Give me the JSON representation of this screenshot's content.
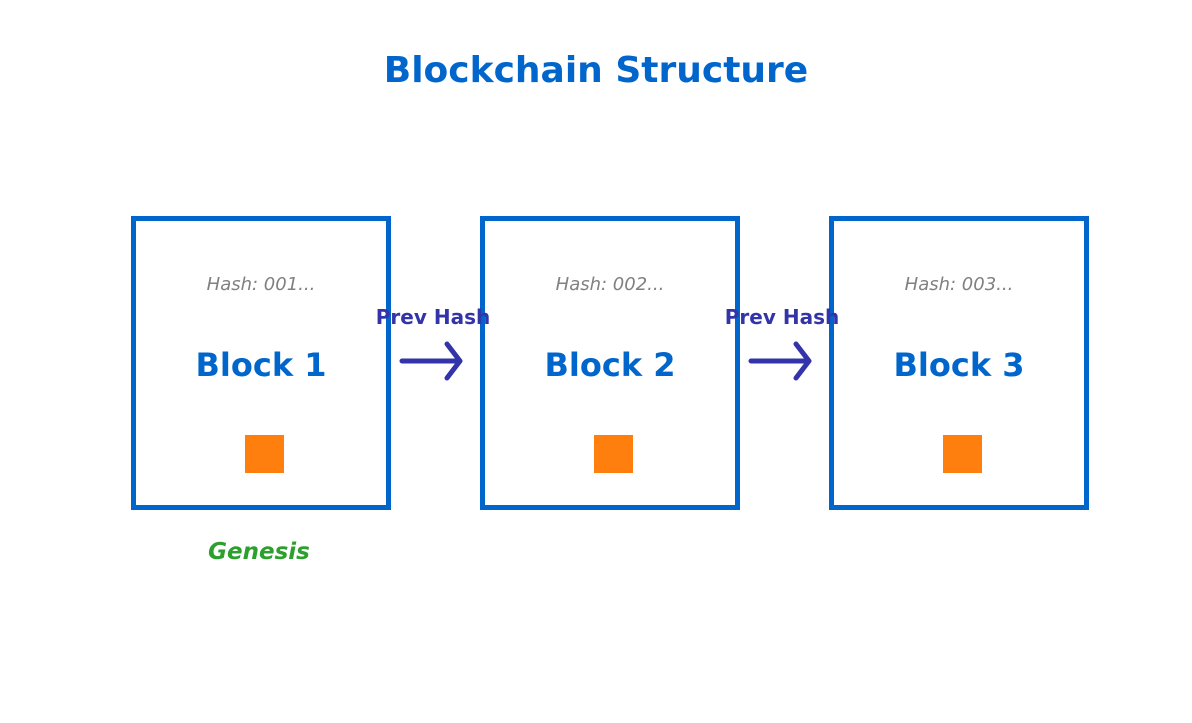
{
  "title": "Blockchain Structure",
  "colors": {
    "block_border": "#0066cc",
    "block_name": "#0066cc",
    "hash_text": "#808080",
    "data_chip": "#ff7f0e",
    "link": "#3333aa",
    "genesis": "#2ca02c"
  },
  "blocks": [
    {
      "name": "Block 1",
      "hash": "Hash: 001..."
    },
    {
      "name": "Block 2",
      "hash": "Hash: 002..."
    },
    {
      "name": "Block 3",
      "hash": "Hash: 003..."
    }
  ],
  "links": [
    {
      "label": "Prev Hash",
      "icon": "arrow-right-icon"
    },
    {
      "label": "Prev Hash",
      "icon": "arrow-right-icon"
    }
  ],
  "genesis_label": "Genesis"
}
